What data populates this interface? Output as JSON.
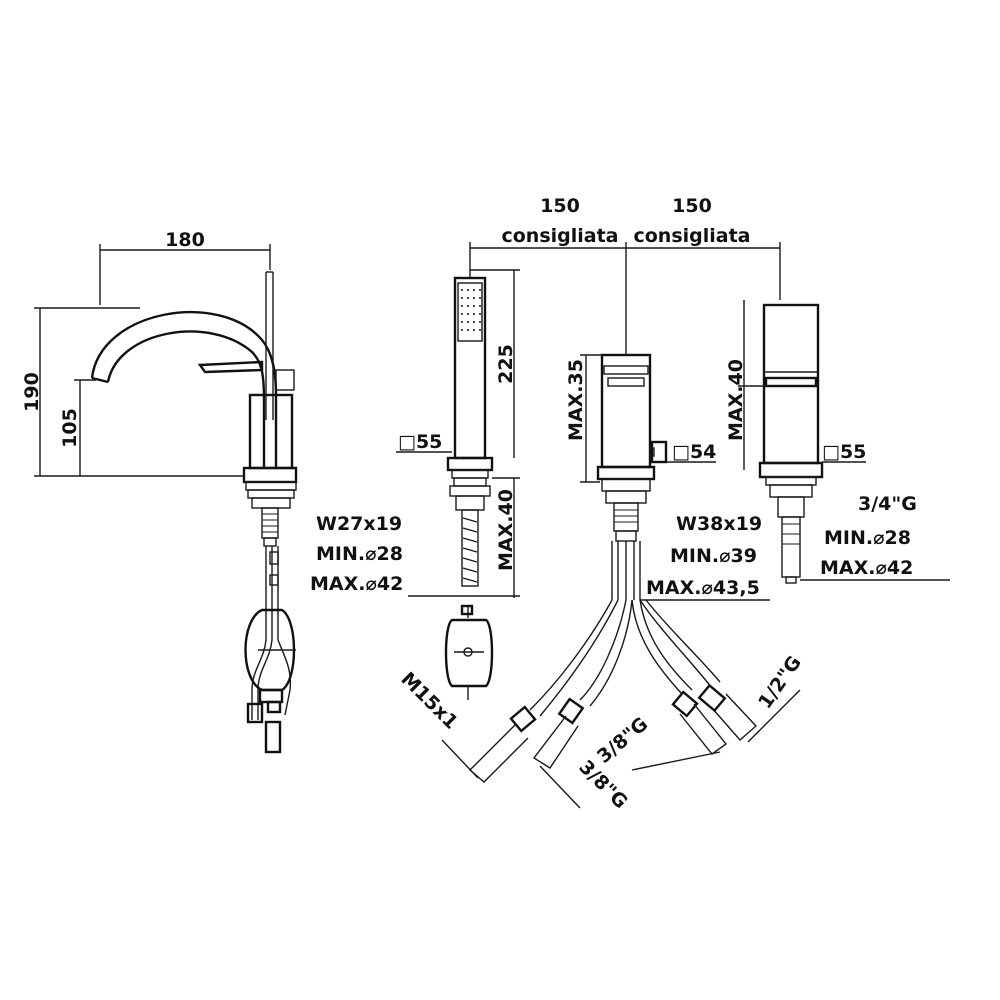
{
  "labels": {
    "dim_180": "180",
    "dim_190": "190",
    "dim_105": "105",
    "dim_225": "225",
    "sq_55_shower": "□55",
    "max_40_shower": "MAX.40",
    "w27x19": "W27x19",
    "min_28_a": "MIN.⌀28",
    "max_42_a": "MAX.⌀42",
    "m15x1": "M15x1",
    "dim_150_left": "150",
    "consigliata_left": "consigliata",
    "dim_150_right": "150",
    "consigliata_right": "consigliata",
    "max_35": "MAX.35",
    "sq_54": "□54",
    "w38x19": "W38x19",
    "min_39": "MIN.⌀39",
    "max_43_5": "MAX.⌀43,5",
    "max_40_spout": "MAX.40",
    "sq_55_spout": "□55",
    "g_3_4": "3/4\"G",
    "min_28_b": "MIN.⌀28",
    "max_42_b": "MAX.⌀42",
    "g_1_2": "1/2\"G",
    "g_3_8_a": "3/8\"G",
    "g_3_8_b": "3/8\"G"
  }
}
